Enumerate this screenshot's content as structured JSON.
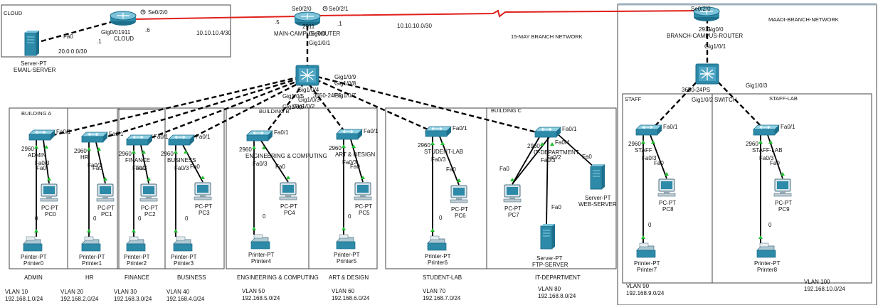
{
  "areas": {
    "cloud": "CLOUD",
    "maadi": "MAADI-BRANCH-NETWORK",
    "may15": "15-MAY BRANCH NETWORK",
    "building_a": "BUILDING A",
    "building_b": "BUILDING B",
    "building_c": "BUILDING C",
    "staff": "STAFF",
    "staff_lab": "STAFF-LAB"
  },
  "routers": {
    "cloud": {
      "name": "1911",
      "sub": "CLOUD",
      "serial": "Se0/2/0",
      "gig": "Gig0/0",
      "fa": "Fa0",
      "net": "20.0.0.0/30",
      "host_gig": ".1",
      "host_ser": ".6"
    },
    "main": {
      "name": "2911",
      "sub": "MAIN-CAMPUS-ROUTER",
      "serial_left": "Se0/2/0",
      "serial_right": "Se0/2/1",
      "gig_down": "Gig0/0",
      "sw_gig": "Gig1/0/1",
      "host_left": ".5",
      "host_right": ".1"
    },
    "branch": {
      "name": "2911",
      "sub": "BRANCH-CAMPUS-ROUTER",
      "serial": "Se0/2/0",
      "gig_down": "Gig0/0",
      "sw_gig": "Gig1/0/1"
    }
  },
  "networks": {
    "wan1": "10.10.10.4/30",
    "wan2": "10.10.10.0/30"
  },
  "core_switch": {
    "name": "3650-24PS",
    "ports": [
      "Gig1/0/9",
      "Gig1/0/8",
      "Gig1/0/7",
      "Gig1/0/6",
      "Gig1/0/5",
      "Gig1/0/4",
      "Gig1/0/3",
      "Gig1/0/2"
    ]
  },
  "branch_switch": {
    "name": "3650-24PS",
    "sub": "SWITCH",
    "ports": [
      "Gig1/0/3",
      "Gig1/0/2"
    ]
  },
  "server_email": {
    "type": "Server-PT",
    "name": "EMAIL-SERVER"
  },
  "departments": [
    {
      "switch_model": "2960",
      "switch_name": "ADMIN",
      "pc": "PC0",
      "printer": "Printer0",
      "dept": "ADMIN",
      "vlan": "VLAN 10",
      "subnet": "192.168.1.0/24"
    },
    {
      "switch_model": "2960",
      "switch_name": "HR",
      "pc": "PC1",
      "printer": "Printer1",
      "dept": "HR",
      "vlan": "VLAN 20",
      "subnet": "192.168.2.0/24"
    },
    {
      "switch_model": "2960",
      "switch_name": "FINANCE",
      "pc": "PC2",
      "printer": "Printer2",
      "dept": "FINANCE",
      "vlan": "VLAN 30",
      "subnet": "192.168.3.0/24"
    },
    {
      "switch_model": "2960",
      "switch_name": "BUSINESS",
      "pc": "PC3",
      "printer": "Printer3",
      "dept": "BUSINESS",
      "vlan": "VLAN 40",
      "subnet": "192.168.4.0/24"
    },
    {
      "switch_model": "2960",
      "switch_name": "ENGINEERING & COMPUTING",
      "pc": "PC4",
      "printer": "Printer4",
      "dept": "ENGINEERING & COMPUTING",
      "vlan": "VLAN 50",
      "subnet": "192.168.5.0/24"
    },
    {
      "switch_model": "2960",
      "switch_name": "ART & DESIGN",
      "pc": "PC5",
      "printer": "Printer5",
      "dept": "ART & DESIGN",
      "vlan": "VLAN 60",
      "subnet": "192.168.6.0/24"
    },
    {
      "switch_model": "2960",
      "switch_name": "STUDENT-LAB",
      "pc": "PC6",
      "printer": "Printer6",
      "dept": "STUDENT-LAB",
      "vlan": "VLAN 70",
      "subnet": "192.168.7.0/24"
    },
    {
      "switch_model": "2960",
      "switch_name": "IT-DEPARTMENT",
      "pc": "PC7",
      "printer": "",
      "dept": "IT-DEPARTMENT",
      "vlan": "VLAN 80",
      "subnet": "192.168.8.0/24"
    },
    {
      "switch_model": "2960",
      "switch_name": "STAFF",
      "pc": "PC8",
      "printer": "Printer7",
      "dept": "",
      "vlan": "VLAN 90",
      "subnet": "192.168.9.0/24"
    },
    {
      "switch_model": "2960",
      "switch_name": "STAFF-LAB",
      "pc": "PC9",
      "printer": "Printer8",
      "dept": "",
      "vlan": "VLAN 100",
      "subnet": "192.168.10.0/24"
    }
  ],
  "servers_it": {
    "web": {
      "type": "Server-PT",
      "name": "WEB-SERVER"
    },
    "ftp": {
      "type": "Server-PT",
      "name": "FTP-SERVER"
    }
  },
  "device_types": {
    "pc": "PC-PT",
    "printer": "Printer-PT"
  },
  "port_labels": {
    "fa01": "Fa0/1",
    "fa02": "Fa0/2",
    "fa03": "Fa0/3",
    "fa04": "Fa0/4",
    "fa0": "Fa0",
    "zero": "0"
  },
  "colors": {
    "wan_link": "#e0201c",
    "lan_link": "#000000",
    "port_dot": "#20c030",
    "device": "#2d8aa8"
  }
}
